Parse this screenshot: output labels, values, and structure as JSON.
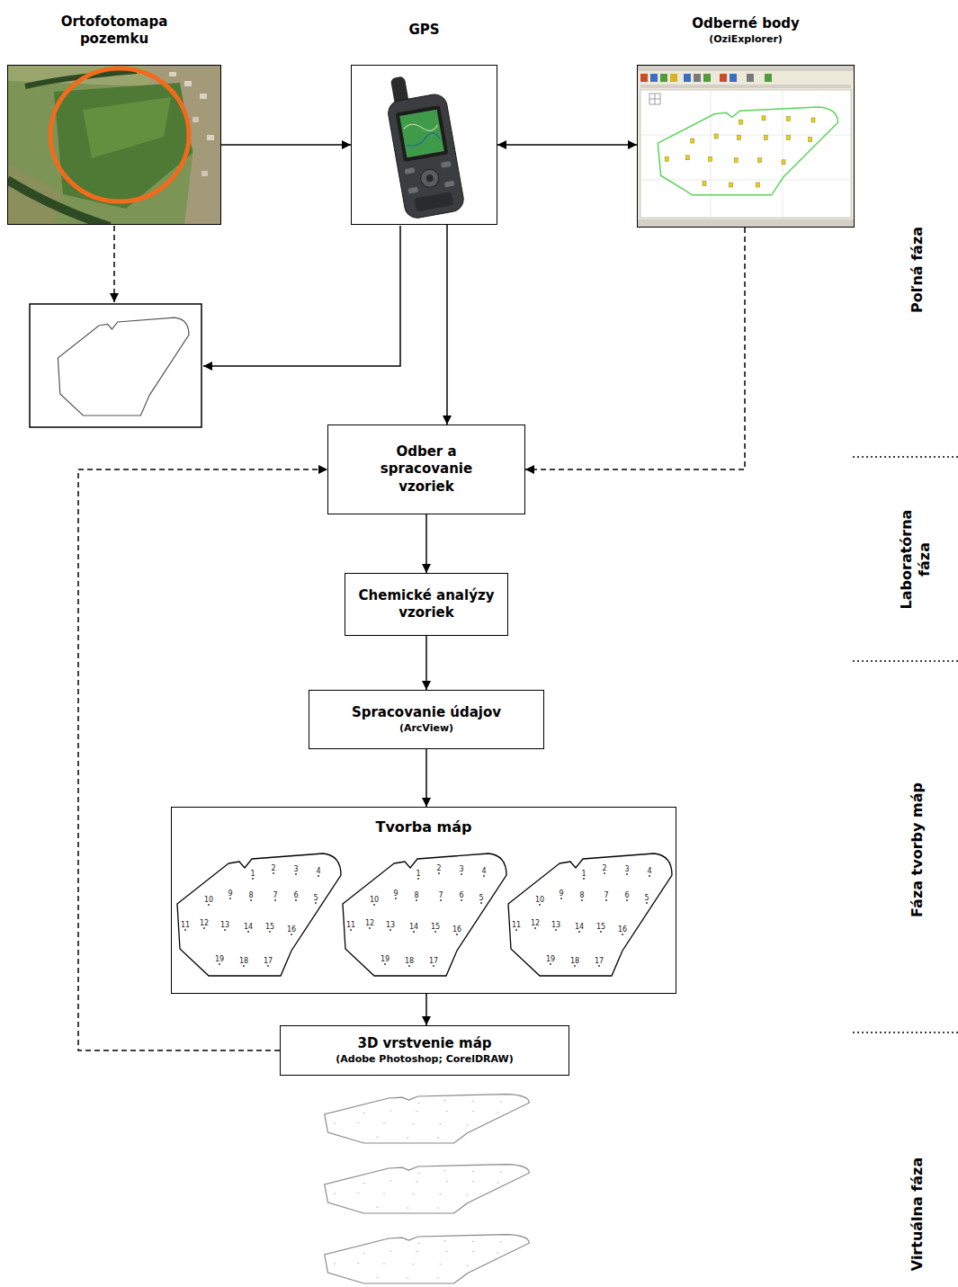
{
  "diagram": {
    "nodes": [
      {
        "text": [
          "Ortofotomapa pozemku"
        ]
      },
      {
        "text": [
          "GPS"
        ]
      },
      {
        "text": [
          "Odberné body",
          "(OziExplorer)"
        ]
      },
      {
        "text": [
          "Odber a spracovanie vzoriek"
        ]
      },
      {
        "text": [
          "Chemické analýzy vzoriek"
        ]
      },
      {
        "text": [
          "Spracovanie údajov",
          "(ArcView)"
        ]
      },
      {
        "text": [
          "Tvorba máp"
        ]
      },
      {
        "text": [
          "3D vrstvenie máp",
          "(Adobe Photoshop; CorelDRAW)"
        ]
      }
    ],
    "edges": [
      {
        "from": 0,
        "to": 1,
        "arrow": "to"
      },
      {
        "from": 1,
        "to": 2,
        "arrow": "both"
      },
      {
        "from": 1,
        "to": 3,
        "arrow": "to"
      },
      {
        "from": 2,
        "to": 3,
        "arrow": "to"
      },
      {
        "from": 3,
        "to": 4,
        "arrow": "to"
      },
      {
        "from": 4,
        "to": 5,
        "arrow": "to"
      },
      {
        "from": 5,
        "to": 6,
        "arrow": "to"
      },
      {
        "from": 6,
        "to": 7,
        "arrow": "to"
      },
      {
        "from": 7,
        "to": 3,
        "arrow": "to"
      }
    ],
    "labels": [
      "Poľná fáza",
      "Laboratórna fáza",
      "Fáza tvorby máp",
      "Virtuálna fáza",
      "1",
      "2",
      "3",
      "4",
      "10",
      "9",
      "8",
      "7",
      "6",
      "5",
      "11",
      "12",
      "13",
      "14",
      "15",
      "16",
      "19",
      "18",
      "17",
      "1",
      "2",
      "3",
      "4",
      "10",
      "9",
      "8",
      "7",
      "6",
      "5",
      "11",
      "12",
      "13",
      "14",
      "15",
      "16",
      "19",
      "18",
      "17",
      "1",
      "2",
      "3",
      "4",
      "10",
      "9",
      "8",
      "7",
      "6",
      "5",
      "11",
      "12",
      "13",
      "14",
      "15",
      "16",
      "19",
      "18",
      "17"
    ]
  }
}
